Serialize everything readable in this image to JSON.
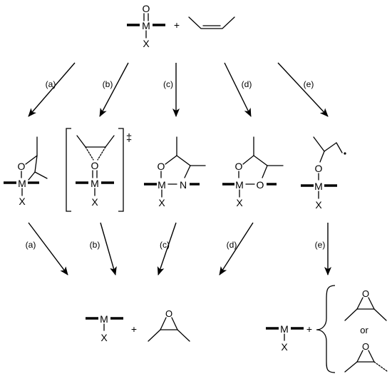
{
  "atoms": {
    "metal": "M",
    "oxygen": "O",
    "nitrogen": "N",
    "ligand": "X"
  },
  "operators": {
    "plus": "+",
    "or": "or"
  },
  "ts_marker": "‡",
  "pathway_labels": [
    "(a)",
    "(b)",
    "(c)",
    "(d)",
    "(e)"
  ]
}
